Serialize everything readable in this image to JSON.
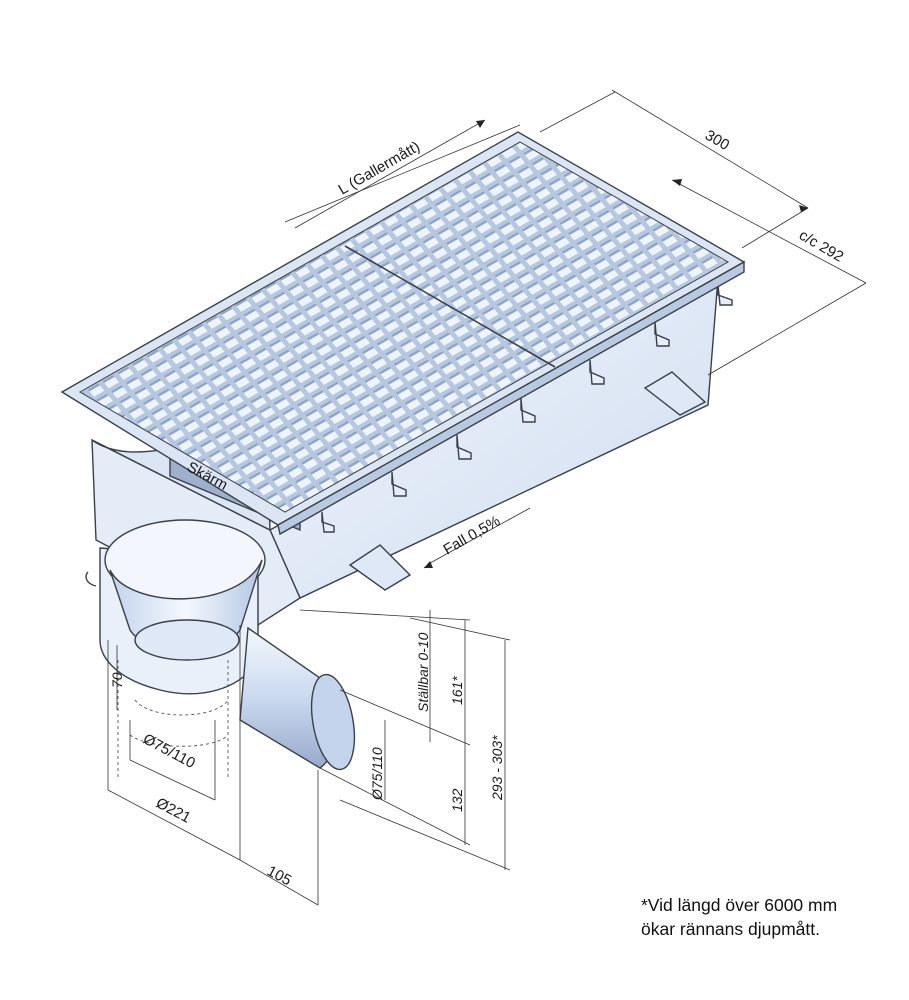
{
  "labels": {
    "grating_length": "L (Gallermått)",
    "width_300": "300",
    "cc_292": "c/c 292",
    "screen": "Skärm",
    "slope": "Fall 0,5%",
    "adjustable": "Ställbar 0-10",
    "dim_161": "161*",
    "dim_293_303": "293 - 303*",
    "dim_132": "132",
    "dia_75_110_right": "Ø75/110",
    "dia_75_110_left": "Ø75/110",
    "dim_70": "70",
    "dia_221": "Ø221",
    "dim_105": "105"
  },
  "note": {
    "line1": "*Vid längd över 6000 mm",
    "line2": "ökar rännans djupmått."
  },
  "colors": {
    "steel_light": "#e8f0fb",
    "steel_mid": "#c9d8ee",
    "steel_dark": "#9fb2cf",
    "outline": "#3a4048"
  }
}
